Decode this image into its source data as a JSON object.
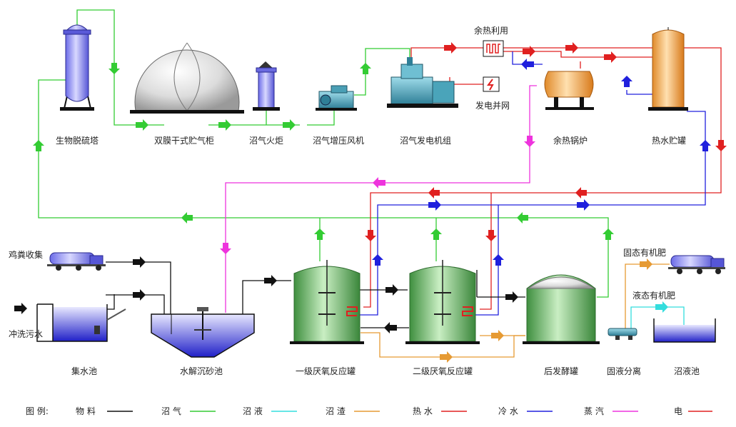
{
  "equipment": {
    "desulfurization_tower": "生物脱硫塔",
    "gas_holder": "双膜干式贮气柜",
    "flare": "沼气火炬",
    "blower": "沼气增压风机",
    "generator": "沼气发电机组",
    "waste_heat_use": "余热利用",
    "grid": "发电并网",
    "waste_heat_boiler": "余热锅炉",
    "hot_water_tank": "热水贮罐",
    "manure_collection": "鸡粪收集",
    "wash_water": "冲洗污水",
    "collection_pool": "集水池",
    "hydrolysis_pool": "水解沉砂池",
    "reactor1": "一级厌氧反应罐",
    "reactor2": "二级厌氧反应罐",
    "post_fermentation": "后发酵罐",
    "separator": "固液分离",
    "solid_fertilizer": "固态有机肥",
    "liquid_fertilizer": "液态有机肥",
    "slurry_pool": "沼液池"
  },
  "legend": {
    "title": "图 例:",
    "items": [
      {
        "label": "物 料",
        "color": "#111111"
      },
      {
        "label": "沼 气",
        "color": "#33cc33"
      },
      {
        "label": "沼 液",
        "color": "#33dddd"
      },
      {
        "label": "沼 渣",
        "color": "#e69a33"
      },
      {
        "label": "热 水",
        "color": "#e02020"
      },
      {
        "label": "冷 水",
        "color": "#2020dd"
      },
      {
        "label": "蒸 汽",
        "color": "#ee33dd"
      },
      {
        "label": "电",
        "color": "#e02020"
      }
    ]
  }
}
